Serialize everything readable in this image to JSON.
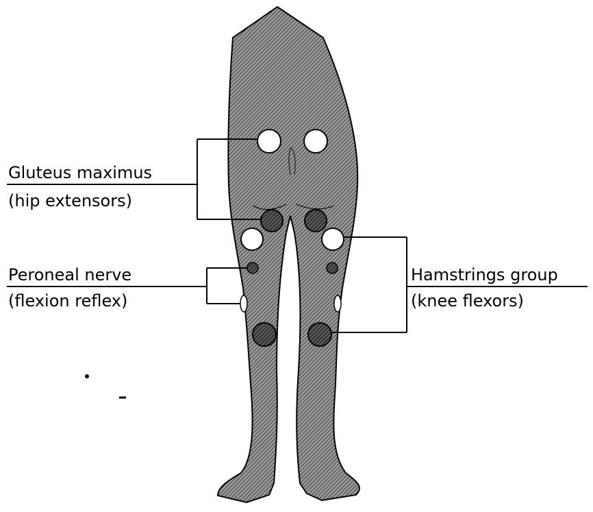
{
  "labels": {
    "gluteus": {
      "line1": "Gluteus maximus",
      "line2": "(hip extensors)"
    },
    "peroneal": {
      "line1": "Peroneal nerve",
      "line2": "(flexion reflex)"
    },
    "hamstrings": {
      "line1": "Hamstrings group",
      "line2": "(knee flexors)"
    }
  },
  "colors": {
    "ink": "#000000",
    "hatch_background": "#8a8a8a",
    "electrode_open": "#ffffff",
    "electrode_hatched": "#5a5a5a"
  }
}
